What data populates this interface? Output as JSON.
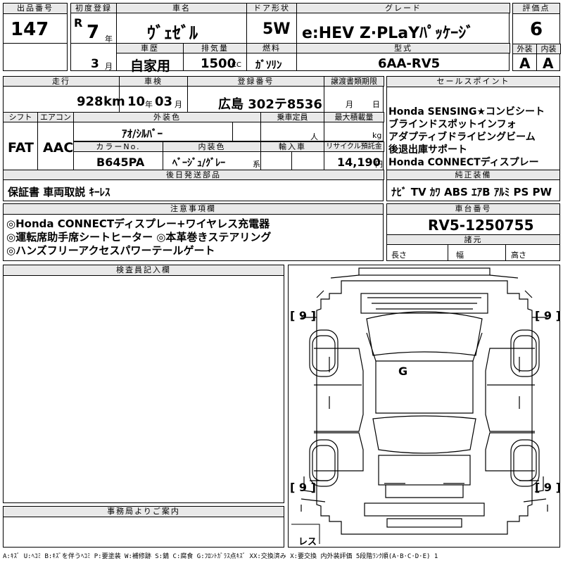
{
  "lot": {
    "label": "出品番号",
    "value": "147"
  },
  "reg_first": {
    "label": "初度登録",
    "era": "R",
    "year": "7",
    "year_unit": "年",
    "month": "3",
    "month_unit": "月"
  },
  "car_name": {
    "label": "車名",
    "value": "ｳﾞｪｾﾞﾙ"
  },
  "door": {
    "label": "ドア形状",
    "value": "5W"
  },
  "grade": {
    "label": "グレード",
    "value": "e:HEV Z·PLaYﾊﾟｯｹｰｼﾞ"
  },
  "score": {
    "label": "評価点",
    "value": "6",
    "ext_label": "外装",
    "int_label": "内装",
    "ext_value": "A",
    "int_value": "A"
  },
  "history": {
    "label": "車歴",
    "value": "自家用"
  },
  "displacement": {
    "label": "排気量",
    "value": "1500",
    "unit": "CC"
  },
  "fuel": {
    "label": "燃料",
    "value": "ｶﾞｿﾘﾝ"
  },
  "model": {
    "label": "型式",
    "value": "6AA-RV5"
  },
  "mileage": {
    "label": "走行",
    "value": "928",
    "unit": "km"
  },
  "inspection": {
    "label": "車検",
    "year": "10",
    "year_unit": "年",
    "month": "03",
    "month_unit": "月"
  },
  "plate": {
    "label": "登録番号",
    "value": "広島 302テ8536"
  },
  "transfer": {
    "label": "譲渡書類期限",
    "month_unit": "月",
    "day_unit": "日"
  },
  "shift": {
    "label": "シフト",
    "value": "FAT"
  },
  "aircon": {
    "label": "エアコン",
    "value": "AAC"
  },
  "exterior_color": {
    "label": "外装色",
    "value": "ｱｵ/ｼﾙﾊﾞｰ"
  },
  "capacity": {
    "label": "乗車定員",
    "unit": "人"
  },
  "max_load": {
    "label": "最大積載量",
    "unit": "kg"
  },
  "color_no": {
    "label": "カラーNo.",
    "value": "B645PA"
  },
  "interior_color": {
    "label": "内装色",
    "value": "ﾍﾞｰｼﾞｭ/ｸﾞﾚｰ",
    "suffix": "系"
  },
  "import": {
    "label": "輸入車"
  },
  "recycle": {
    "label": "リサイクル預託金",
    "value": "14,190",
    "unit": "円"
  },
  "later_parts": {
    "label": "後日発送部品",
    "value": "保証書 車両取説 ｷｰﾚｽ"
  },
  "sales_points": {
    "label": "セールスポイント",
    "items": [
      "Honda SENSING★コンビシート",
      "ブラインドスポットインフォ",
      "アダプティブドライビングビーム",
      "後退出庫サポート",
      "Honda CONNECTディスプレー"
    ]
  },
  "equipment": {
    "label": "純正装備",
    "value": "ﾅﾋﾞ TV ｶﾜ ABS ｴｱB ｱﾙﾐ PS PW"
  },
  "notes": {
    "label": "注意事項欄",
    "lines": [
      "◎Honda CONNECTディスプレー+ワイヤレス充電器",
      "◎運転席助手席シートヒーター ◎本革巻きステアリング",
      "◎ハンズフリーアクセスパワーテールゲート"
    ]
  },
  "chassis": {
    "label": "車台番号",
    "value": "RV5-1250755"
  },
  "dims": {
    "label": "諸元",
    "length": "長さ",
    "width": "幅",
    "height": "高さ"
  },
  "inspector": {
    "label": "検査員記入欄"
  },
  "office": {
    "label": "事務局よりご案内"
  },
  "diagram": {
    "tire_fl": "9",
    "tire_fr": "9",
    "tire_rl": "9",
    "tire_rr": "9",
    "glass": "G",
    "key": "レス"
  },
  "legend": "A:ｷｽﾞ U:ﾍｺﾐ B:ｷｽﾞを伴うﾍｺﾐ P:要塗装 W:補修跡 S:錆 C:腐食 G:ﾌﾛﾝﾄｶﾞﾗｽ点ｷｽﾞ XX:交換済み X:要交換 内外装評価 5段階ﾗﾝｸ順(A·B·C·D·E) 1"
}
